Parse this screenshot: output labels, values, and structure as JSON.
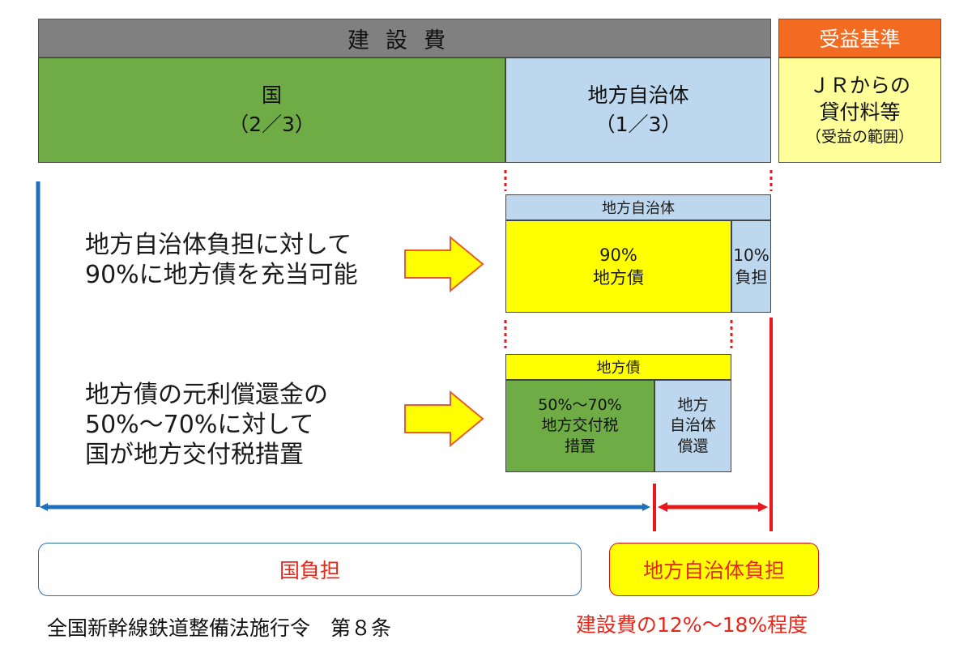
{
  "table": {
    "construction_cost": "建設費",
    "benefit_standard": "受益基準",
    "state_label": "国",
    "state_share": "（2／3）",
    "local_label": "地方自治体",
    "local_share": "（1／3）",
    "jr_line1": "ＪＲからの",
    "jr_line2": "貸付料等",
    "jr_sub": "（受益の範囲）"
  },
  "box1": {
    "header": "地方自治体",
    "bond_pct": "90%",
    "bond_label": "地方債",
    "self_pct": "10%",
    "self_label": "負担"
  },
  "box2": {
    "header": "地方債",
    "tax_pct": "50%～70%",
    "tax_line1": "地方交付税",
    "tax_line2": "措置",
    "local_line1": "地方",
    "local_line2": "自治体",
    "local_line3": "償還"
  },
  "explain1": {
    "line1": "地方自治体負担に対して",
    "line2": "90%に地方債を充当可能"
  },
  "explain2": {
    "line1": "地方債の元利償還金の",
    "line2": "50%～70%に対して",
    "line3": "国が地方交付税措置"
  },
  "bottom": {
    "state_burden": "国負担",
    "local_burden": "地方自治体負担",
    "law_reference": "全国新幹線鉄道整備法施行令　第８条",
    "local_range": "建設費の12%～18%程度"
  },
  "colors": {
    "header_gray": "#808080",
    "benefit_orange": "#f36b21",
    "state_green": "#70ac46",
    "local_blue": "#bdd7ee",
    "jr_yellow": "#ffff99",
    "bond_yellow": "#ffff00",
    "arrow_blue": "#1f6fbf",
    "arrow_red": "#e8171b",
    "text_red": "#e8271b"
  }
}
